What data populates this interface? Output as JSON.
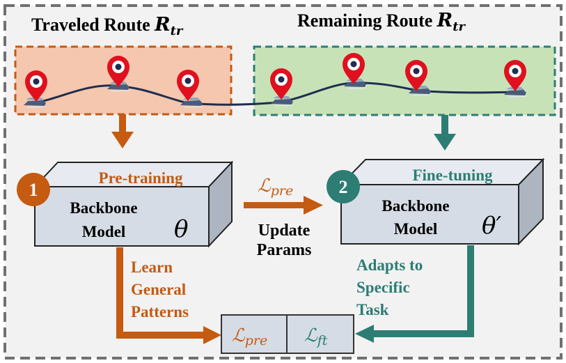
{
  "colors": {
    "orange": "#C55A11",
    "teal": "#2D7D74",
    "route_line": "#1F2D4E",
    "pin_red": "#E0101E",
    "orange_fill": "#F5C7AE",
    "green_fill": "#C8E2B8",
    "box_front": "#D6DCE5",
    "box_side": "#ADB5C1",
    "box_top": "#E7EBF1",
    "panel_bg": "#F2F2F2",
    "border_gray": "#707070"
  },
  "header": {
    "traveled": "Traveled Route ",
    "remaining": "Remaining Route ",
    "route_symbol_base": "R",
    "route_symbol_sub": "tr"
  },
  "stage1": {
    "badge": "1",
    "label": "Pre-training",
    "box_line1": "Backbone",
    "box_line2": "Model",
    "param": "θ"
  },
  "stage2": {
    "badge": "2",
    "label": "Fine-tuning",
    "box_line1": "Backbone",
    "box_line2": "Model",
    "param": "θ′"
  },
  "middle": {
    "loss_symbol": "ℒ",
    "loss_sub": "pre",
    "line1": "Update",
    "line2": "Params"
  },
  "left_note": {
    "line1": "Learn",
    "line2": "General",
    "line3": "Patterns"
  },
  "right_note": {
    "line1": "Adapts to",
    "line2": "Specific",
    "line3": "Task"
  },
  "loss_box": {
    "symbol": "ℒ",
    "left_sub": "pre",
    "right_sub": "ft"
  },
  "icons": {
    "pin": "location-pin-icon",
    "vehicle": "vehicle-icon",
    "badge": "step-number-badge"
  }
}
